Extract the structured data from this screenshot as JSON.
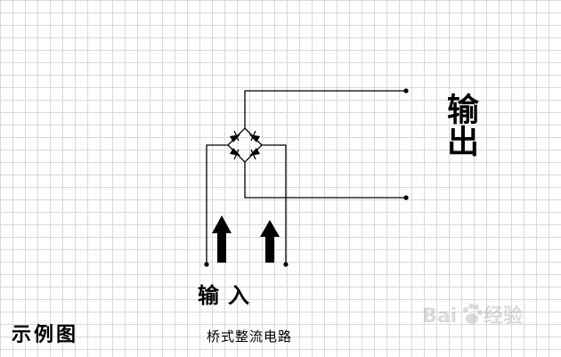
{
  "labels": {
    "output": "输出",
    "input": "输入",
    "example": "示例图",
    "caption": "桥式整流电路"
  },
  "watermark": {
    "brand": "Bai",
    "brand_tail": "经验"
  },
  "colors": {
    "wire": "#000000",
    "grid": "#d9d9d9",
    "background": "#ffffff"
  }
}
